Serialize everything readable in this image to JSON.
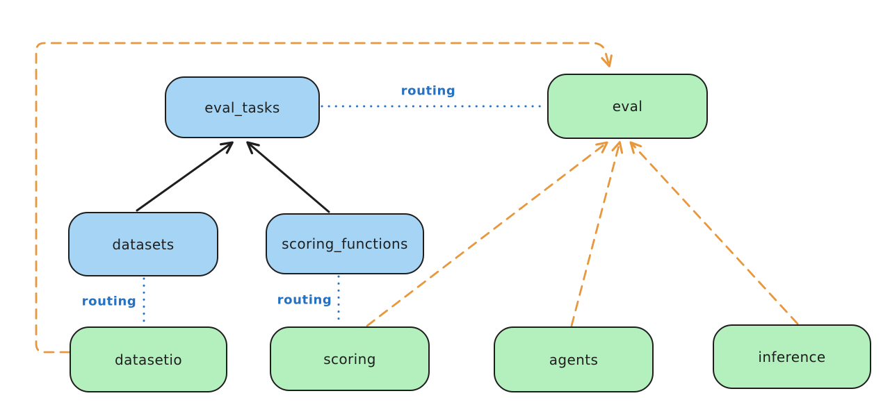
{
  "diagram": {
    "nodes": [
      {
        "id": "eval_tasks",
        "label": "eval_tasks",
        "fill": "blue"
      },
      {
        "id": "eval",
        "label": "eval",
        "fill": "green"
      },
      {
        "id": "datasets",
        "label": "datasets",
        "fill": "blue"
      },
      {
        "id": "scoring_functions",
        "label": "scoring_functions",
        "fill": "blue"
      },
      {
        "id": "datasetio",
        "label": "datasetio",
        "fill": "green"
      },
      {
        "id": "scoring",
        "label": "scoring",
        "fill": "green"
      },
      {
        "id": "agents",
        "label": "agents",
        "fill": "green"
      },
      {
        "id": "inference",
        "label": "inference",
        "fill": "green"
      }
    ],
    "edge_labels": [
      {
        "id": "routing-eval_tasks-eval",
        "text": "routing"
      },
      {
        "id": "routing-datasets-datasetio",
        "text": "routing"
      },
      {
        "id": "routing-scoring_functions-scoring",
        "text": "routing"
      }
    ],
    "edges": [
      {
        "from": "datasets",
        "to": "eval_tasks",
        "style": "solid",
        "color": "#1e1e1e",
        "arrow": true
      },
      {
        "from": "scoring_functions",
        "to": "eval_tasks",
        "style": "solid",
        "color": "#1e1e1e",
        "arrow": true
      },
      {
        "from": "eval_tasks",
        "to": "eval",
        "style": "dotted",
        "color": "#2571c4",
        "arrow": false,
        "label": "routing"
      },
      {
        "from": "datasets",
        "to": "datasetio",
        "style": "dotted",
        "color": "#2571c4",
        "arrow": false,
        "label": "routing"
      },
      {
        "from": "scoring_functions",
        "to": "scoring",
        "style": "dotted",
        "color": "#2571c4",
        "arrow": false,
        "label": "routing"
      },
      {
        "from": "datasetio",
        "to": "eval",
        "style": "dashed",
        "color": "#e8973c",
        "arrow": true
      },
      {
        "from": "scoring",
        "to": "eval",
        "style": "dashed",
        "color": "#e8973c",
        "arrow": true
      },
      {
        "from": "agents",
        "to": "eval",
        "style": "dashed",
        "color": "#e8973c",
        "arrow": true
      },
      {
        "from": "inference",
        "to": "eval",
        "style": "dashed",
        "color": "#e8973c",
        "arrow": true
      }
    ],
    "colors": {
      "blue_fill": "#a5d4f4",
      "green_fill": "#b4efbe",
      "stroke": "#1e1e1e",
      "orange": "#e8973c",
      "blue_line": "#2571c4",
      "background": "#ffffff"
    }
  }
}
